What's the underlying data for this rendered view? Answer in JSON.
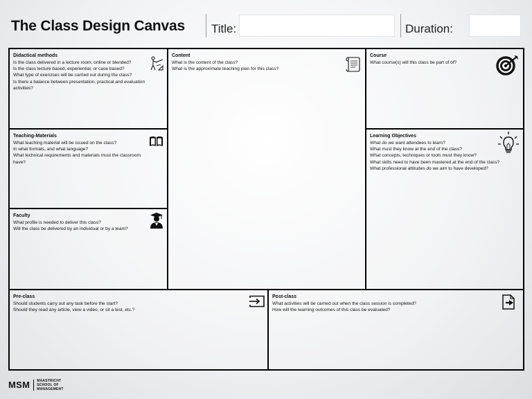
{
  "header": {
    "title": "The Class Design Canvas",
    "title_label": "Title:",
    "title_value": "",
    "duration_label": "Duration:",
    "duration_value": ""
  },
  "sections": {
    "didactical": {
      "title": "Didactical methods",
      "icon": "teacher-at-blackboard-icon",
      "questions": [
        "Is the class delivered in a lecture room, online or blended?",
        "Is the class lecture based, experiential, or case based?",
        "What type of exercises will be carried out during the class?",
        "Is there a balance between presentation, practical and evaluation",
        "activities?"
      ]
    },
    "content": {
      "title": "Content",
      "icon": "scroll-document-icon",
      "questions": [
        "What is the content of the class?",
        "What is the approximate teaching plan for this class?"
      ]
    },
    "course": {
      "title": "Course",
      "icon": "target-arrow-icon",
      "questions": [
        "What course(s) will this class be part of of?"
      ]
    },
    "materials": {
      "title": "Teaching-Materials",
      "icon": "open-book-icon",
      "questions": [
        "What teaching material will be issued on the class?",
        "In what formats, and what language?",
        "What technical requirements and materials must the classroom",
        "have?"
      ]
    },
    "objectives": {
      "title": "Learning Objectives",
      "icon": "lightbulb-icon",
      "questions": [
        "What do we want attendees to learn?",
        "What must they know at the end of the class?",
        "What concepts, techniques or tools must they know?",
        "What skills need to have been mastered at the end of the class?",
        "What professional attitudes do we aim to have developed?"
      ]
    },
    "faculty": {
      "title": "Faculty",
      "icon": "graduate-icon",
      "questions": [
        "What profile is needed to deliver this class?",
        "Will the class be delivered by an individual or by a team?"
      ]
    },
    "preclass": {
      "title": "Pre-class",
      "icon": "sign-in-icon",
      "questions": [
        "Should students carry out any task before the start?",
        "Should they read any article, view a video, or sit a test, etc.?"
      ]
    },
    "postclass": {
      "title": "Post-class",
      "icon": "export-file-icon",
      "questions": [
        "What activities will be carried out when the class session is completed?",
        "How will the learning outcomes of this class be evaluated?"
      ]
    }
  },
  "footer": {
    "logo_abbr": "MSM",
    "logo_line1": "MAASTRICHT",
    "logo_line2": "SCHOOL OF",
    "logo_line3": "MANAGEMENT"
  }
}
